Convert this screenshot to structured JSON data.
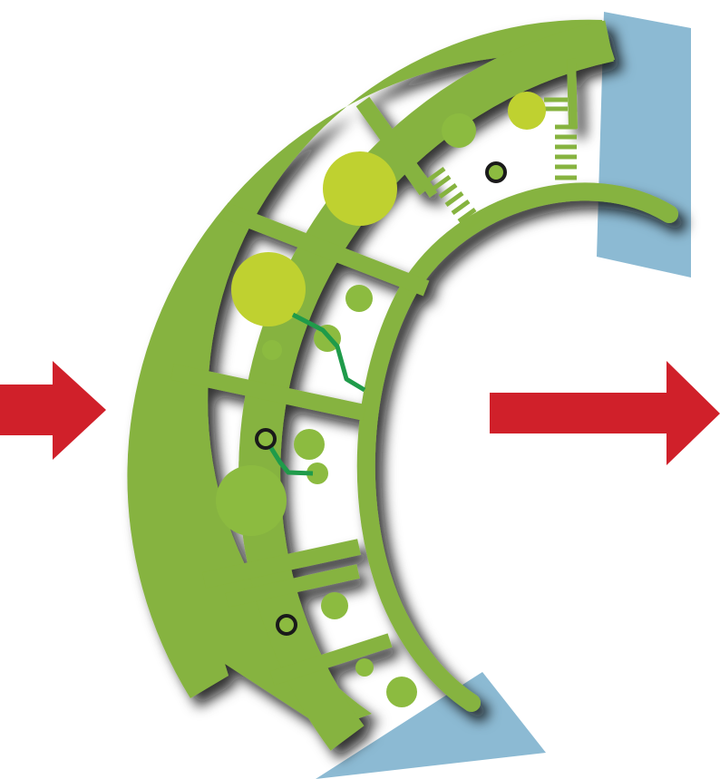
{
  "colors": {
    "wall": "#86b33f",
    "wall_edge": "#7aa636",
    "cell_bg": "#ffffff",
    "shadow": "#0c0c0c",
    "blue_panel": "#8cbad3",
    "arrow": "#d0202a",
    "vesicle_large": "#bfd130",
    "vesicle_small": "#8cbb40",
    "connector": "#1f9b4a",
    "ring": "#1a1a1a"
  },
  "diagram": {
    "arrows": [
      {
        "name": "input-arrow",
        "direction": "right"
      },
      {
        "name": "output-arrow",
        "direction": "right"
      }
    ],
    "compartments": 6
  }
}
